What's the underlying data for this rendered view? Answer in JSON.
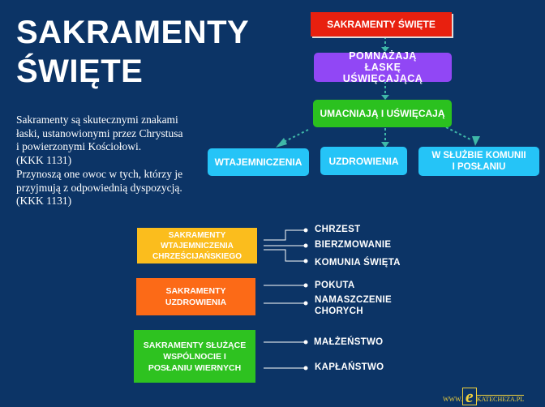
{
  "title": [
    "SAKRAMENTY",
    "ŚWIĘTE"
  ],
  "description": {
    "p1": [
      "Sakramenty są skutecznymi znakami",
      "łaski, ustanowionymi przez Chrystusa",
      "i powierzonymi Kościołowi.",
      "(KKK 1131)"
    ],
    "p2": [
      "Przynoszą one owoc w tych, którzy je",
      "przyjmują z odpowiednią dyspozycją.",
      "(KKK 1131)"
    ]
  },
  "flow": {
    "top": "SAKRAMENTY ŚWIĘTE",
    "second": "POMNAŻAJĄ ŁASKĘ UŚWIĘCAJĄCĄ",
    "third": "UMACNIAJĄ I UŚWIĘCAJĄ",
    "branches": [
      "WTAJEMNICZENIA",
      "UZDROWIENIA",
      "W SŁUŻBIE KOMUNII I POSŁANIU"
    ]
  },
  "groups": [
    {
      "label": "SAKRAMENTY WTAJEMNICZENIA CHRZEŚCIJAŃSKIEGO",
      "color": "#fbbd1d",
      "items": [
        "CHRZEST",
        "BIERZMOWANIE",
        "KOMUNIA ŚWIĘTA"
      ]
    },
    {
      "label": "SAKRAMENTY UZDROWIENIA",
      "color": "#fc6a17",
      "items": [
        "POKUTA",
        "NAMASZCZENIE CHORYCH"
      ]
    },
    {
      "label": "SAKRAMENTY SŁUŻĄCE WSPÓLNOCIE I POSŁANIU WIERNYCH",
      "color": "#2ec220",
      "items": [
        "MAŁŻEŃSTWO",
        "KAPŁAŃSTWO"
      ]
    }
  ],
  "logo": {
    "prefix": "WWW.",
    "letter": "e",
    "suffix": "KATECHEZA.PL"
  }
}
